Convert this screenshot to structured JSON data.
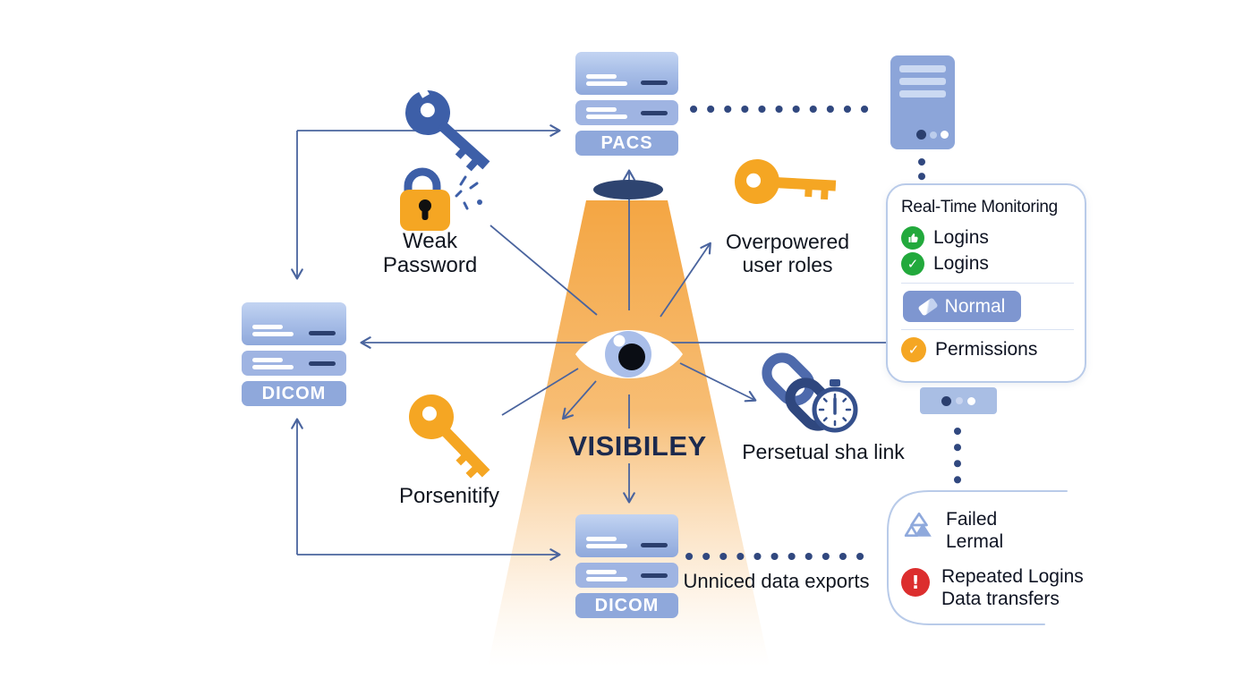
{
  "labels": {
    "pacs": "PACS",
    "dicom_left": "DICOM",
    "dicom_bottom": "DICOM",
    "visibility": "VISIBILEY",
    "weak_password_line1": "Weak",
    "weak_password_line2": "Password",
    "overpowered_line1": "Overpowered",
    "overpowered_line2": "user roles",
    "porsenitify": "Porsenitify",
    "perpetual_link": "Persetual sha link",
    "unniced": "Unniced data exports"
  },
  "monitoring_panel": {
    "title": "Real-Time Monitoring",
    "item1_label": "Logins",
    "item2_label": "Logins",
    "button_label": "Normal",
    "item3_label": "Permissions"
  },
  "alerts_panel": {
    "item1_line1": "Failed",
    "item1_line2": "Lermal",
    "item2_line1": "Repeated Logins",
    "item2_line2": "Data transfers"
  },
  "icons": {
    "center": "eye-icon",
    "spotlight": "spotlight-pill-icon",
    "top_left_key": "broken-key-icon",
    "lock": "padlock-icon",
    "right_key": "key-icon",
    "bottom_key": "key-icon",
    "chain": "chain-link-icon",
    "timer": "stopwatch-icon",
    "monitor_item1": "thumbs-up-icon",
    "monitor_item2": "check-icon",
    "monitor_item3": "check-icon",
    "alert_item1": "triangles-icon",
    "alert_item2": "exclamation-icon"
  },
  "colors": {
    "server_blue": "#8FA8DB",
    "server_light": "#C3D4F2",
    "dark_navy": "#2B3F6E",
    "arrow_blue": "#4A649E",
    "orange": "#F5A623",
    "green": "#22A93C",
    "red": "#DC2E2E",
    "beam_orange": "#F3A139",
    "panel_border": "#B9CBE9",
    "button_blue": "#7E96D0"
  }
}
